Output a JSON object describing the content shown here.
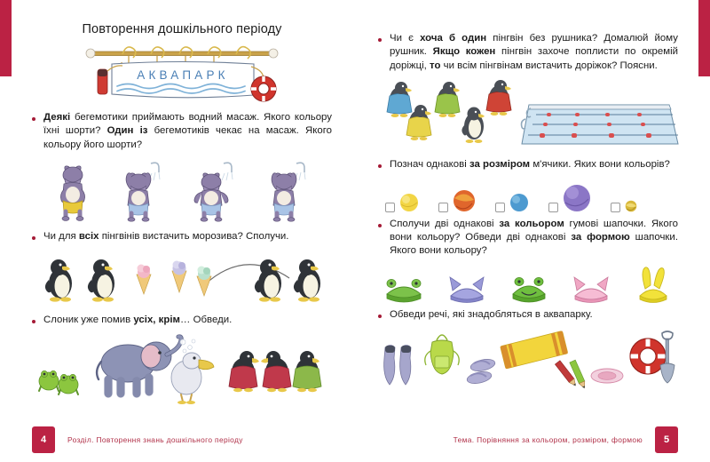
{
  "book": {
    "page_title": "Повторення дошкільного періоду",
    "banner_word": "АКВАПАРК",
    "accent_color": "#bb2244",
    "bullet_color": "#a51a36"
  },
  "left_page": {
    "tasks": [
      {
        "id": "hippos",
        "text_runs": [
          {
            "t": "Деякі",
            "b": true
          },
          {
            "t": " бегемотики приймають водний масаж. Якого кольору їхні шорти? ",
            "b": false
          },
          {
            "t": "Один із",
            "b": true
          },
          {
            "t": " бегемотиків чекає на масаж. Якого кольору його шорти?",
            "b": false
          }
        ],
        "figures": [
          {
            "name": "hippo-waiting",
            "shorts": "#e8c93a",
            "shower": false
          },
          {
            "name": "hippo-shower-1",
            "shorts": "#a9c4e6",
            "shower": true
          },
          {
            "name": "hippo-shower-2",
            "shorts": "#a9c4e6",
            "shower": true
          },
          {
            "name": "hippo-shower-3",
            "shorts": "#a9c4e6",
            "shower": true
          }
        ]
      },
      {
        "id": "penguins-icecream",
        "text_runs": [
          {
            "t": "Чи для ",
            "b": false
          },
          {
            "t": "всіх",
            "b": true
          },
          {
            "t": " пінгвінів вистачить морозива? Сполучи.",
            "b": false
          }
        ],
        "figures": [
          {
            "name": "penguin",
            "kind": "penguin"
          },
          {
            "name": "penguin",
            "kind": "penguin"
          },
          {
            "name": "icecream-pink",
            "kind": "icecream",
            "color": "#f3b7c8"
          },
          {
            "name": "icecream-lilac",
            "kind": "icecream",
            "color": "#c6c2e4"
          },
          {
            "name": "icecream-mint",
            "kind": "icecream",
            "color": "#b9e0cc"
          },
          {
            "name": "penguin",
            "kind": "penguin"
          },
          {
            "name": "penguin",
            "kind": "penguin"
          }
        ],
        "has_connector_arc": true
      },
      {
        "id": "elephant-washing",
        "text_runs": [
          {
            "t": "Слоник уже помив ",
            "b": false
          },
          {
            "t": "усіх, крім",
            "b": true
          },
          {
            "t": "… Обведи.",
            "b": false
          }
        ],
        "figures": [
          {
            "name": "frog",
            "kind": "frog"
          },
          {
            "name": "frog",
            "kind": "frog"
          },
          {
            "name": "elephant",
            "kind": "elephant"
          },
          {
            "name": "pelican",
            "kind": "pelican"
          },
          {
            "name": "penguin-towel-red",
            "kind": "penguin-towel",
            "color": "#c0394b"
          },
          {
            "name": "penguin-towel-red",
            "kind": "penguin-towel",
            "color": "#c0394b"
          },
          {
            "name": "penguin-towel-green",
            "kind": "penguin-towel",
            "color": "#8cb84a"
          }
        ]
      }
    ],
    "footer": {
      "page_number": "4",
      "note": "Розділ. Повторення знань дошкільного періоду"
    }
  },
  "right_page": {
    "tasks": [
      {
        "id": "penguins-pool",
        "text_runs": [
          {
            "t": "Чи є ",
            "b": false
          },
          {
            "t": "хоча б один",
            "b": true
          },
          {
            "t": " пінгвін без рушника? Домалюй йому рушник. ",
            "b": false
          },
          {
            "t": "Якщо кожен",
            "b": true
          },
          {
            "t": " пінгвін захоче поплисти по окремій доріжці, ",
            "b": false
          },
          {
            "t": "то",
            "b": true
          },
          {
            "t": " чи всім пінгвінам вистачить доріжок? Поясни.",
            "b": false
          }
        ],
        "penguins": [
          {
            "name": "penguin-towel-blue",
            "color": "#5fa8d3"
          },
          {
            "name": "penguin-towel-yellow",
            "color": "#e8d44a"
          },
          {
            "name": "penguin-towel-green",
            "color": "#9ac44a"
          },
          {
            "name": "penguin-no-towel",
            "color": null
          },
          {
            "name": "penguin-towel-red",
            "color": "#cf4436"
          }
        ],
        "pool": {
          "name": "swimming-pool",
          "lanes": 4,
          "lane_dividers": 3
        }
      },
      {
        "id": "balls-size",
        "text_runs": [
          {
            "t": "Познач однакові ",
            "b": false
          },
          {
            "t": "за розміром",
            "b": true
          },
          {
            "t": " м'ячики. Яких вони кольорів?",
            "b": false
          }
        ],
        "balls": [
          {
            "name": "ball-yellow",
            "color": "#f2d544",
            "size": 20
          },
          {
            "name": "ball-orange",
            "color": "#e0662c",
            "size": 24
          },
          {
            "name": "ball-blue",
            "color": "#4d9ad0",
            "size": 20
          },
          {
            "name": "ball-purple",
            "color": "#8b76c6",
            "size": 30
          },
          {
            "name": "ball-small-yellow",
            "color": "#d8b83a",
            "size": 12
          }
        ]
      },
      {
        "id": "swim-caps",
        "text_runs": [
          {
            "t": "Сполучи дві однакові ",
            "b": false
          },
          {
            "t": "за кольором",
            "b": true
          },
          {
            "t": " гумові шапочки. Якого вони кольору? Обведи дві однакові ",
            "b": false
          },
          {
            "t": "за формою",
            "b": true
          },
          {
            "t": " шапочки. Якого вони кольору?",
            "b": false
          }
        ],
        "caps": [
          {
            "name": "cap-frog-green",
            "shape": "frog",
            "color": "#7cc24a"
          },
          {
            "name": "cap-cat-purple",
            "shape": "cat",
            "color": "#9a9ad8"
          },
          {
            "name": "cap-frog-green-2",
            "shape": "frog",
            "color": "#6fbf3f"
          },
          {
            "name": "cap-cat-pink",
            "shape": "cat",
            "color": "#f0a7c4"
          },
          {
            "name": "cap-bunny-yellow",
            "shape": "bunny",
            "color": "#f2e23a"
          }
        ]
      },
      {
        "id": "aquapark-items",
        "text_runs": [
          {
            "t": "Обведи речі, які знадобляться в аквапарку.",
            "b": false
          }
        ],
        "items": [
          {
            "name": "flippers",
            "color": "#a6a6cc"
          },
          {
            "name": "apron",
            "color": "#b9d94a"
          },
          {
            "name": "slippers",
            "color": "#b0aed4"
          },
          {
            "name": "beach-mat",
            "color": "#f2d53c"
          },
          {
            "name": "pencils",
            "color": "#c03a3a"
          },
          {
            "name": "plate",
            "color": "#e8a8c0"
          },
          {
            "name": "life-ring",
            "color": "#d0342c"
          },
          {
            "name": "shovel",
            "color": "#a8b4c8"
          }
        ]
      }
    ],
    "footer": {
      "page_number": "5",
      "note": "Тема. Порівняння за кольором, розміром, формою"
    }
  }
}
